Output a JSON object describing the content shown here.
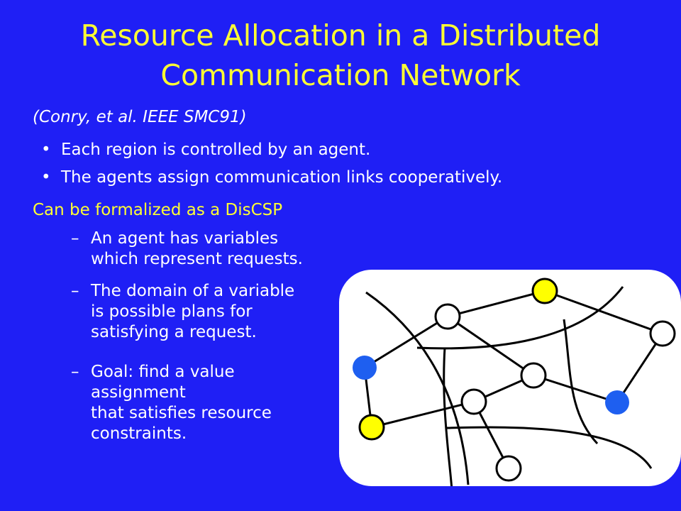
{
  "slide": {
    "title_line1": "Resource Allocation in a Distributed",
    "title_line2": "Communication Network",
    "citation": "(Conry, et al. IEEE SMC91)",
    "bullets": [
      "Each region is controlled by an agent.",
      "The agents assign communication links cooperatively."
    ],
    "subheading": "Can be formalized as a DisCSP",
    "dash": "–",
    "bullet_symbol": "•",
    "sub_items": [
      {
        "lines": [
          "An agent has variables",
          "which represent requests."
        ]
      },
      {
        "lines": [
          "The domain of a variable",
          "is possible plans for",
          "satisfying a request."
        ]
      },
      {
        "lines": [
          "Goal: find a value",
          "assignment",
          "that satisfies resource",
          "constraints."
        ]
      }
    ]
  },
  "diagram": {
    "panel_color": "#ffffff",
    "edge_color": "#000000",
    "node_colors": {
      "white": "#ffffff",
      "yellow": "#ffff00",
      "blue": "#1e5ff0"
    }
  },
  "colors": {
    "background": "#1f1ff5",
    "title": "#ffff33",
    "text": "#ffffff"
  }
}
